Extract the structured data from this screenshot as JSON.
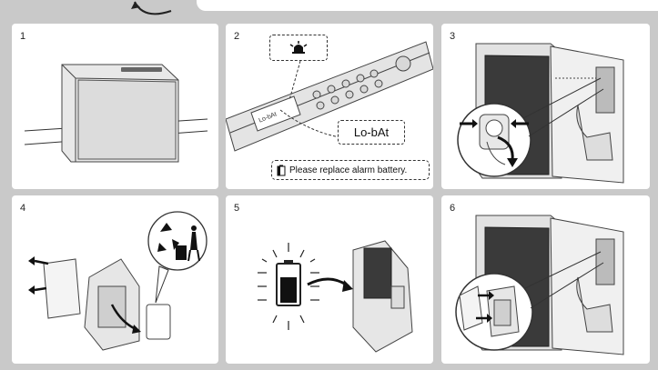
{
  "steps": [
    {
      "number": "1"
    },
    {
      "number": "2",
      "display_text": "Lo-bAt",
      "display_small": "Lo-bAt",
      "notice": "Please replace alarm battery."
    },
    {
      "number": "3"
    },
    {
      "number": "4"
    },
    {
      "number": "5"
    },
    {
      "number": "6"
    }
  ],
  "icons": [
    "alarm-bell-icon",
    "battery-icon",
    "recycle-icon",
    "trash-bin-icon",
    "arrow-icon"
  ]
}
